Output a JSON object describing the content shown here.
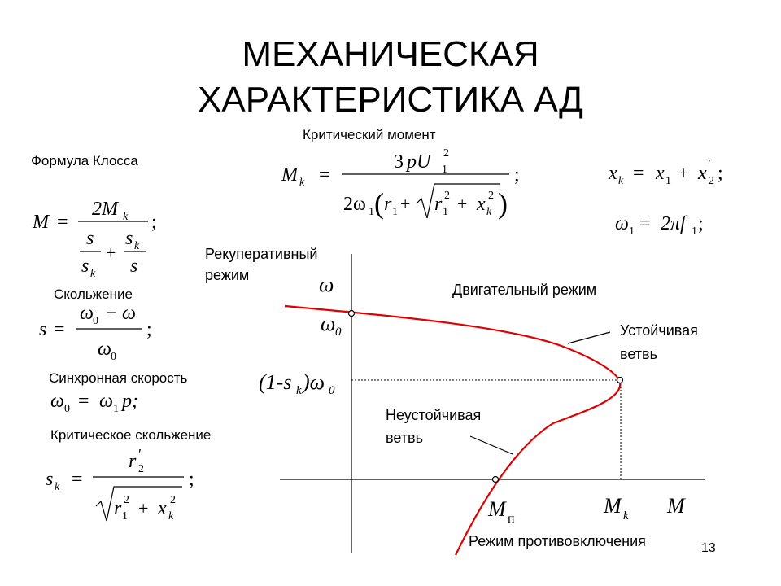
{
  "title": {
    "line1": "МЕХАНИЧЕСКАЯ",
    "line2": "ХАРАКТЕРИСТИКА АД"
  },
  "labels": {
    "kloss": "Формула Клосса",
    "slip": "Скольжение",
    "sync_speed": "Синхронная скорость",
    "crit_slip": "Критическое скольжение",
    "crit_moment": "Критический момент"
  },
  "formulas": {
    "kloss": {
      "lhs": "M",
      "num": "2M",
      "num_sub": "k",
      "a_num": "s",
      "a_den": "s",
      "a_den_sub": "k",
      "plus": "+",
      "b_num": "s",
      "b_num_sub": "k",
      "b_den": "s"
    },
    "slip": {
      "lhs": "s",
      "num": "ω",
      "num_sub": "0",
      "num_op": "−",
      "num_b": "ω",
      "den": "ω",
      "den_sub": "0"
    },
    "sync": {
      "lhs": "ω",
      "lhs_sub": "0",
      "eq": "=",
      "rhs": "ω",
      "rhs_sub": "1",
      "rhs_b": "p;"
    },
    "crit_slip": {
      "lhs": "s",
      "lhs_sub": "k",
      "num": "r",
      "num_sup": "′",
      "num_sub": "2",
      "den_a": "r",
      "den_a_sub": "1",
      "den_a_sup": "2",
      "den_b": "x",
      "den_b_sub": "k",
      "den_b_sup": "2"
    },
    "crit_moment": {
      "lhs": "M",
      "lhs_sub": "k",
      "num": "3",
      "num_b": "pU",
      "num_sub": "1",
      "num_sup": "2",
      "den_pre": "2ω",
      "den_pre_sub": "1",
      "den_a": "r",
      "den_a_sub": "1",
      "den_b": "r",
      "den_b_sub": "1",
      "den_b_sup": "2",
      "den_c": "x",
      "den_c_sub": "k",
      "den_c_sup": "2"
    },
    "xk": {
      "lhs": "x",
      "lhs_sub": "k",
      "a": "x",
      "a_sub": "1",
      "b": "x",
      "b_sup": "′",
      "b_sub": "2"
    },
    "omega1": {
      "lhs": "ω",
      "lhs_sub": "1",
      "rhs": "2πf",
      "rhs_sub": "1"
    }
  },
  "diagram": {
    "label_regen_1": "Рекуперативный",
    "label_regen_2": "режим",
    "label_motor": "Двигательный режим",
    "label_stable_1": "Устойчивая",
    "label_stable_2": "ветвь",
    "label_unstable_1": "Неустойчивая",
    "label_unstable_2": "ветвь",
    "label_counter": "Режим противовключения",
    "axis_omega": "ω",
    "axis_omega0": "ω",
    "axis_omega0_sub": "0",
    "axis_sk": "(1-s",
    "axis_sk_sub": "k",
    "axis_sk_tail": ")ω",
    "axis_sk_tail_sub": "0",
    "axis_M": "M",
    "Mp": "M",
    "Mp_sub": "п",
    "Mk": "M",
    "Mk_sub": "k",
    "curve_color": "#e00000"
  },
  "page_number": "13"
}
